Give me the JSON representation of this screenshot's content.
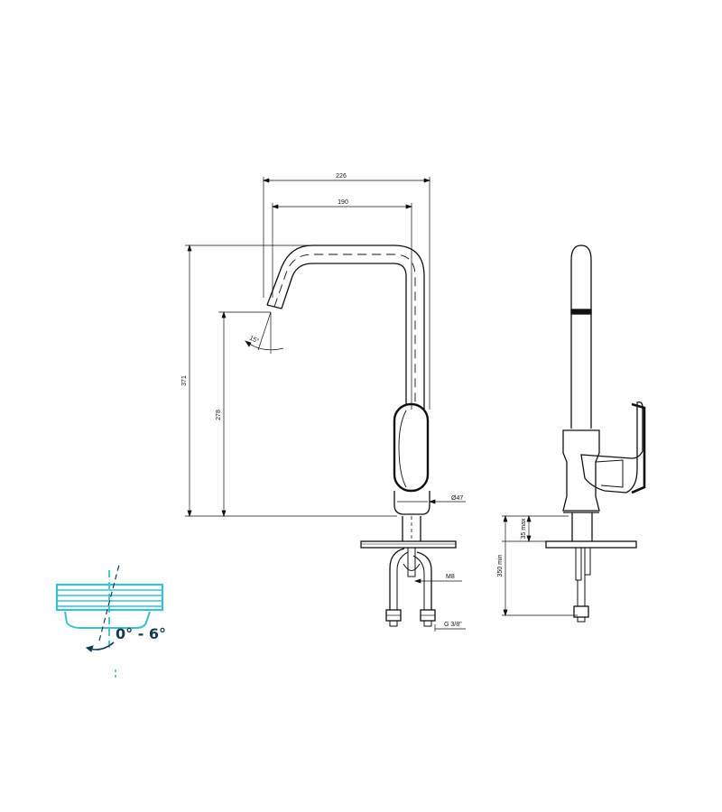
{
  "front_view": {
    "dim_total_width": "226",
    "dim_spout_reach": "190",
    "dim_total_height": "371",
    "dim_spout_height": "278",
    "dim_base_diameter": "Ø47",
    "dim_spout_angle": "15°",
    "dim_thread": "M8",
    "dim_connection": "G 3/8\""
  },
  "side_view": {
    "dim_max_deck_thickness": "35 max",
    "dim_min_hose_length": "350 min"
  },
  "aerator_detail": {
    "swivel_range": "0° - 6°",
    "accent_color": "#3bbfd0",
    "text_color": "#12394f"
  }
}
